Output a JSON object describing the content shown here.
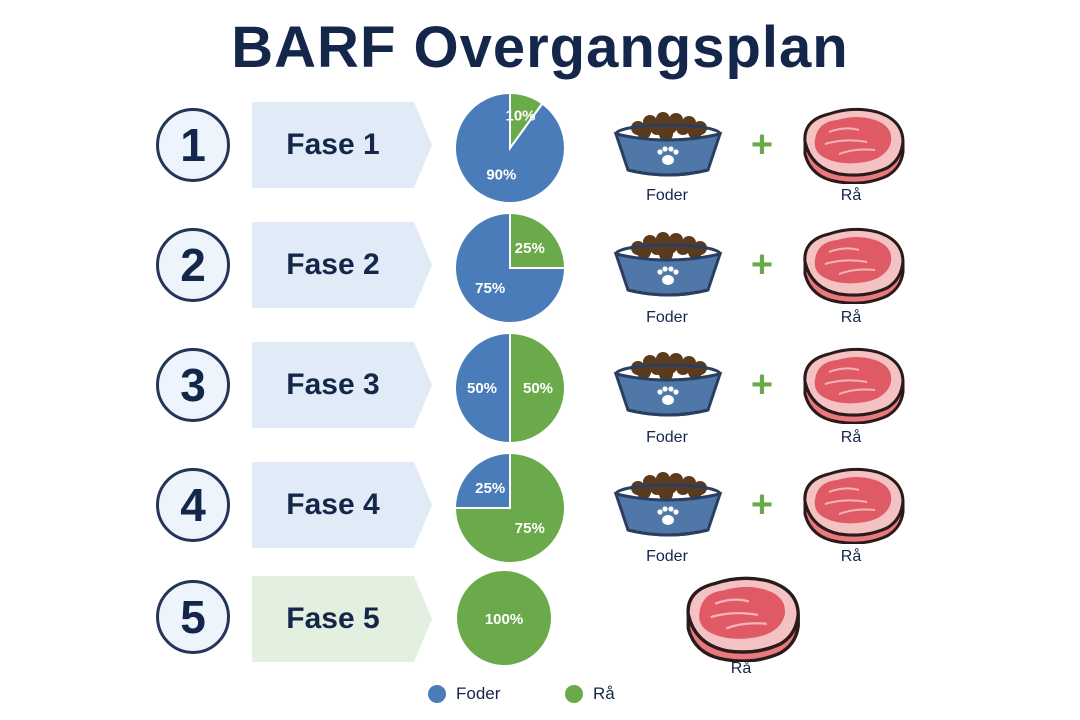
{
  "title": "BARF Overgangsplan",
  "colors": {
    "foder": "#4a7cb9",
    "raa": "#6aaa4a",
    "accent_dark": "#14264a"
  },
  "phases": [
    {
      "number": "1",
      "label": "Fase 1",
      "foder_pct": 90,
      "raa_pct": 10,
      "foder_text": "90%",
      "raa_text": "10%",
      "foder_caption": "Foder",
      "raa_caption": "Rå"
    },
    {
      "number": "2",
      "label": "Fase 2",
      "foder_pct": 75,
      "raa_pct": 25,
      "foder_text": "75%",
      "raa_text": "25%",
      "foder_caption": "Foder",
      "raa_caption": "Rå"
    },
    {
      "number": "3",
      "label": "Fase 3",
      "foder_pct": 50,
      "raa_pct": 50,
      "foder_text": "50%",
      "raa_text": "50%",
      "foder_caption": "Foder",
      "raa_caption": "Rå"
    },
    {
      "number": "4",
      "label": "Fase 4",
      "foder_pct": 25,
      "raa_pct": 75,
      "foder_text": "25%",
      "raa_text": "75%",
      "foder_caption": "Foder",
      "raa_caption": "Rå"
    },
    {
      "number": "5",
      "label": "Fase 5",
      "foder_pct": 0,
      "raa_pct": 100,
      "foder_text": "",
      "raa_text": "100%",
      "foder_caption": "",
      "raa_caption": "Rå"
    }
  ],
  "legend": {
    "foder": "Foder",
    "raa": "Rå"
  },
  "icons": {
    "plus": "+",
    "bowl": "food-bowl-icon",
    "meat": "raw-meat-icon",
    "paw": "paw-icon"
  }
}
